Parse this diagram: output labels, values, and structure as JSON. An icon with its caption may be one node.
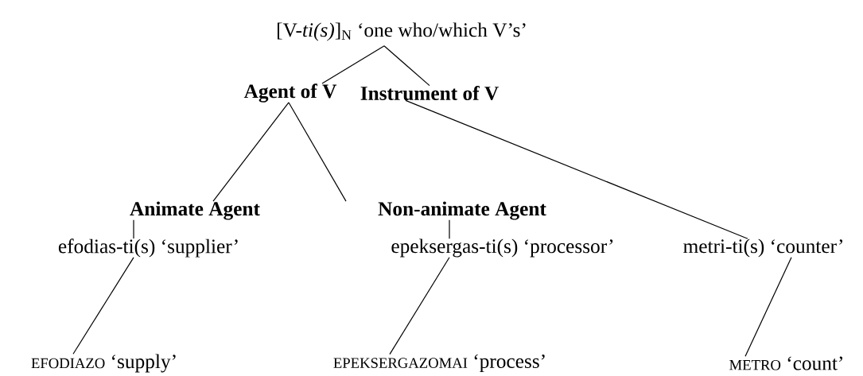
{
  "diagram": {
    "nodes": [
      {
        "text": [
          "[V-*ti(s)*]$_{N}$ ‘one who/which V’s’"
        ]
      },
      {
        "text": [
          "**Agent of V**"
        ]
      },
      {
        "text": [
          "**Instrument of V**"
        ]
      },
      {
        "text": [
          "**Animate Agent**"
        ]
      },
      {
        "text": [
          "efodias-ti(s) ‘supplier’"
        ]
      },
      {
        "text": [
          "**Non-animate Agent**"
        ]
      },
      {
        "text": [
          "epeksergas-ti(s) ‘processor’"
        ]
      },
      {
        "text": [
          "metri-ti(s) ‘counter’"
        ]
      },
      {
        "text": [
          "EFODIAZO",
          "‘supply’"
        ]
      },
      {
        "text": [
          "EPEKSERGAZOMAI",
          "‘process’"
        ]
      },
      {
        "text": [
          "METRO",
          "‘count’"
        ]
      }
    ],
    "edges": [
      {
        "from": 0,
        "to": 1,
        "arrow": "none"
      },
      {
        "from": 0,
        "to": 2,
        "arrow": "none"
      },
      {
        "from": 1,
        "to": 3,
        "arrow": "none"
      },
      {
        "from": 1,
        "to": 5,
        "arrow": "none"
      },
      {
        "from": 2,
        "to": 7,
        "arrow": "none"
      },
      {
        "from": 3,
        "to": 4,
        "arrow": "none"
      },
      {
        "from": 5,
        "to": 6,
        "arrow": "none"
      },
      {
        "from": 4,
        "to": 8,
        "arrow": "none"
      },
      {
        "from": 6,
        "to": 9,
        "arrow": "none"
      },
      {
        "from": 7,
        "to": 10,
        "arrow": "none"
      }
    ]
  }
}
